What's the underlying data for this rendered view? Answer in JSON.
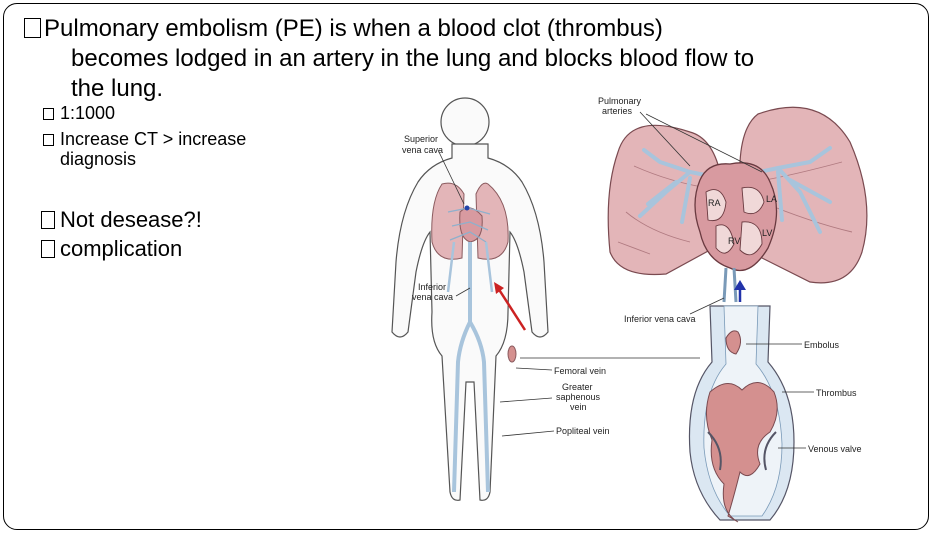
{
  "title_lines": [
    "Pulmonary embolism (PE) is when a blood clot (thrombus)",
    "becomes lodged in an artery in the lung and blocks blood flow to",
    "the lung."
  ],
  "sub_bullets": [
    "1:1000",
    "Increase CT > increase",
    "diagnosis"
  ],
  "bullets": [
    "Not desease?!",
    "complication"
  ],
  "diagram_labels": {
    "pulmonary_arteries": [
      "Pulmonary",
      "arteries"
    ],
    "superior_vena_cava": [
      "Superior",
      "vena cava"
    ],
    "inferior_vena_cava_body": [
      "Inferior",
      "vena cava"
    ],
    "inferior_vena_cava_heart": "Inferior vena cava",
    "ra": "RA",
    "la": "LA",
    "rv": "RV",
    "lv": "LV",
    "femoral_vein": "Femoral vein",
    "greater_saphenous_vein": [
      "Greater",
      "saphenous",
      "vein"
    ],
    "popliteal_vein": "Popliteal vein",
    "embolus": "Embolus",
    "thrombus": "Thrombus",
    "venous_valve": "Venous valve"
  },
  "colors": {
    "lung": "#e3b5b8",
    "vein": "#a8c4dc",
    "clot": "#d4908f",
    "arrow_red": "#cc2222",
    "arrow_blue": "#2233aa"
  }
}
